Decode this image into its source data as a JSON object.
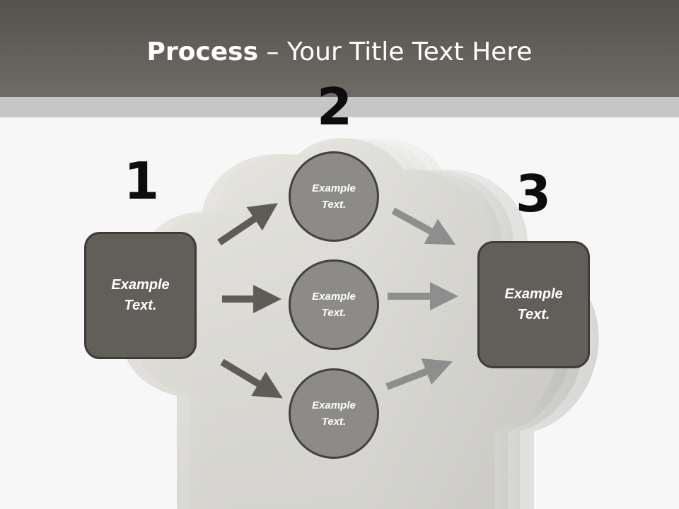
{
  "title": {
    "bold": "Process",
    "separator": " – ",
    "rest": "Your Title Text Here"
  },
  "steps": [
    {
      "number": "1",
      "box_text": "Example Text."
    },
    {
      "number": "2",
      "circles": [
        "Example Text.",
        "Example Text.",
        "Example Text."
      ]
    },
    {
      "number": "3",
      "box_text": "Example Text."
    }
  ],
  "colors": {
    "header": "#625f5a",
    "strip": "#c6c6c6",
    "box_fill": "#625e59",
    "circle_fill": "#8c8b89",
    "arrow_dark": "#5f5b56",
    "arrow_light": "#8e8e8e"
  },
  "icons": {
    "background": "cloud-icon"
  }
}
